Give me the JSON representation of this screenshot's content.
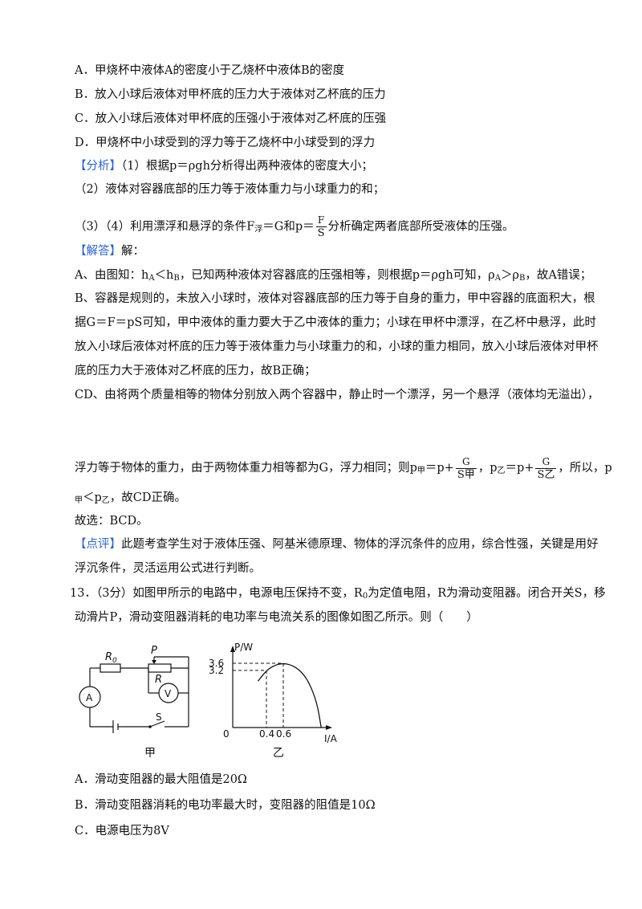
{
  "options_prev": {
    "a": "A．甲烧杯中液体A的密度小于乙烧杯中液体B的密度",
    "b": "B．放入小球后液体对甲杯底的压力大于液体对乙杯底的压力",
    "c": "C．放入小球后液体对甲杯底的压强小于液体对乙杯底的压强",
    "d": "D．甲烧杯中小球受到的浮力等于乙烧杯中小球受到的浮力"
  },
  "analysis": {
    "tag": "【分析】",
    "l1": "（1）根据p＝ρgh分析得出两种液体的密度大小；",
    "l2": "（2）液体对容器底部的压力等于液体重力与小球重力的和；",
    "l3a": "（3）（4）利用漂浮和悬浮的条件F",
    "l3sub": "浮",
    "l3b": "＝G和p＝",
    "l3num": "F",
    "l3den": "S",
    "l3c": "分析确定两者底部所受液体的压强。"
  },
  "answer": {
    "tag": "【解答】",
    "tag_after": "解：",
    "a_line": "A、由图知：h",
    "a_sub1": "A",
    "a_mid1": "＜h",
    "a_sub2": "B",
    "a_mid2": "，已知两种液体对容器底的压强相等，则根据p＝ρgh可知，ρ",
    "a_sub3": "A",
    "a_mid3": "＞ρ",
    "a_sub4": "B",
    "a_end": "，故A错误；",
    "b1": "B、容器是规则的，未放入小球时，液体对容器底部的压力等于自身的重力，甲中容器的底面积大，根",
    "b2": "据G＝F＝pS可知，甲中液体的重力要大于乙中液体的重力；小球在甲杯中漂浮，在乙杯中悬浮，此时",
    "b3": "放入小球后液体对杯底的压力等于液体重力与小球重力的和，小球的重力相同，放入小球后液体对甲杯",
    "b4": "底的压力大于液体对乙杯底的压力，故B正确；",
    "cd1": "CD、由将两个质量相等的物体分别放入两个容器中，静止时一个漂浮，另一个悬浮（液体均无溢出），",
    "cd2a": "浮力等于物体的重力，由于两物体重力相等都为G，浮力相同；则p",
    "cd2s1": "甲",
    "cd2b": "＝p+",
    "cd2n1": "G",
    "cd2d1": "S甲",
    "cd2c": "，p",
    "cd2s2": "乙",
    "cd2d": "＝p+",
    "cd2n2": "G",
    "cd2d2": "S乙",
    "cd2e": "，所以，p",
    "cd3s": "甲",
    "cd3a": "＜p",
    "cd3s2": "乙",
    "cd3b": "，故CD正确。",
    "choice": "故选：BCD。"
  },
  "comment": {
    "tag": "【点评】",
    "l1": "此题考查学生对于液体压强、阿基米德原理、物体的浮沉条件的应用，综合性强，关键是用好",
    "l2": "浮沉条件，灵活运用公式进行判断。"
  },
  "q13": {
    "num": "13．",
    "l1a": "（3分）如图甲所示的电路中，电源电压保持不变，R",
    "l1sub": "0",
    "l1b": "为定值电阻，R为滑动变阻器。闭合开关S，移",
    "l2": "动滑片P，滑动变阻器消耗的电功率与电流关系的图像如图乙所示。则（　　）"
  },
  "circuit": {
    "r0": "R",
    "r0sub": "0",
    "p": "P",
    "r": "R",
    "v": "V",
    "a": "A",
    "s": "S",
    "caption": "甲"
  },
  "chart_data": {
    "type": "line",
    "ylabel": "P/W",
    "xlabel": "I/A",
    "origin": "0",
    "yticks": [
      "3.6",
      "3.2"
    ],
    "xticks": [
      "0.4",
      "0.6"
    ],
    "x": [
      0.3,
      0.4,
      0.5,
      0.6,
      0.7,
      0.8,
      0.9,
      1.0,
      1.05
    ],
    "y": [
      2.6,
      3.2,
      3.5,
      3.6,
      3.5,
      3.2,
      2.6,
      1.4,
      0
    ],
    "caption": "乙"
  },
  "options13": {
    "a": "A．滑动变阻器的最大阻值是20Ω",
    "b": "B．滑动变阻器消耗的电功率最大时，变阻器的阻值是10Ω",
    "c": "C．电源电压为8V"
  }
}
